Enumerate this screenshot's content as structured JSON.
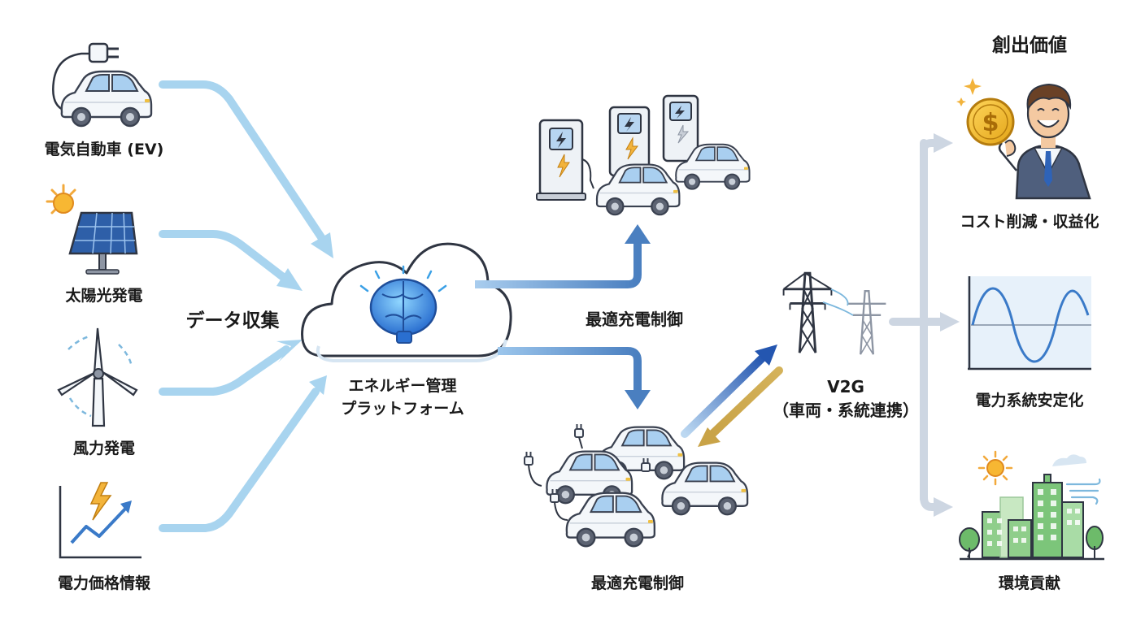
{
  "sources": {
    "ev": "電気自動車 (EV)",
    "solar": "太陽光発電",
    "wind": "風力発電",
    "price": "電力価格情報"
  },
  "data_collection": "データ収集",
  "platform": {
    "line1": "エネルギー管理",
    "line2": "プラットフォーム"
  },
  "control_top": "最適充電制御",
  "control_bottom": "最適充電制御",
  "v2g": {
    "line1": "V2G",
    "line2": "（車両・系統連携）"
  },
  "value": {
    "title": "創出価値",
    "cost": "コスト削減・収益化",
    "grid": "電力系統安定化",
    "env": "環境貢献"
  },
  "icons": {
    "ev": "ev-car-plug-icon",
    "solar": "solar-panel-sun-icon",
    "wind": "wind-turbine-icon",
    "price": "price-chart-lightning-icon",
    "cloud": "cloud-brain-icon",
    "stations": "charging-stations-icon",
    "fleet": "ev-fleet-icon",
    "towers": "power-tower-icon",
    "businessman": "businessman-coin-icon",
    "sine": "sine-wave-icon",
    "city": "green-city-icon"
  },
  "colors": {
    "light_arrow": "#a8d4ef",
    "mid_arrow": "#5b8ec9",
    "gray_arrow": "#cdd6e2",
    "gold_arrow": "#c9a84c",
    "blue_arrow": "#2e63b8"
  }
}
